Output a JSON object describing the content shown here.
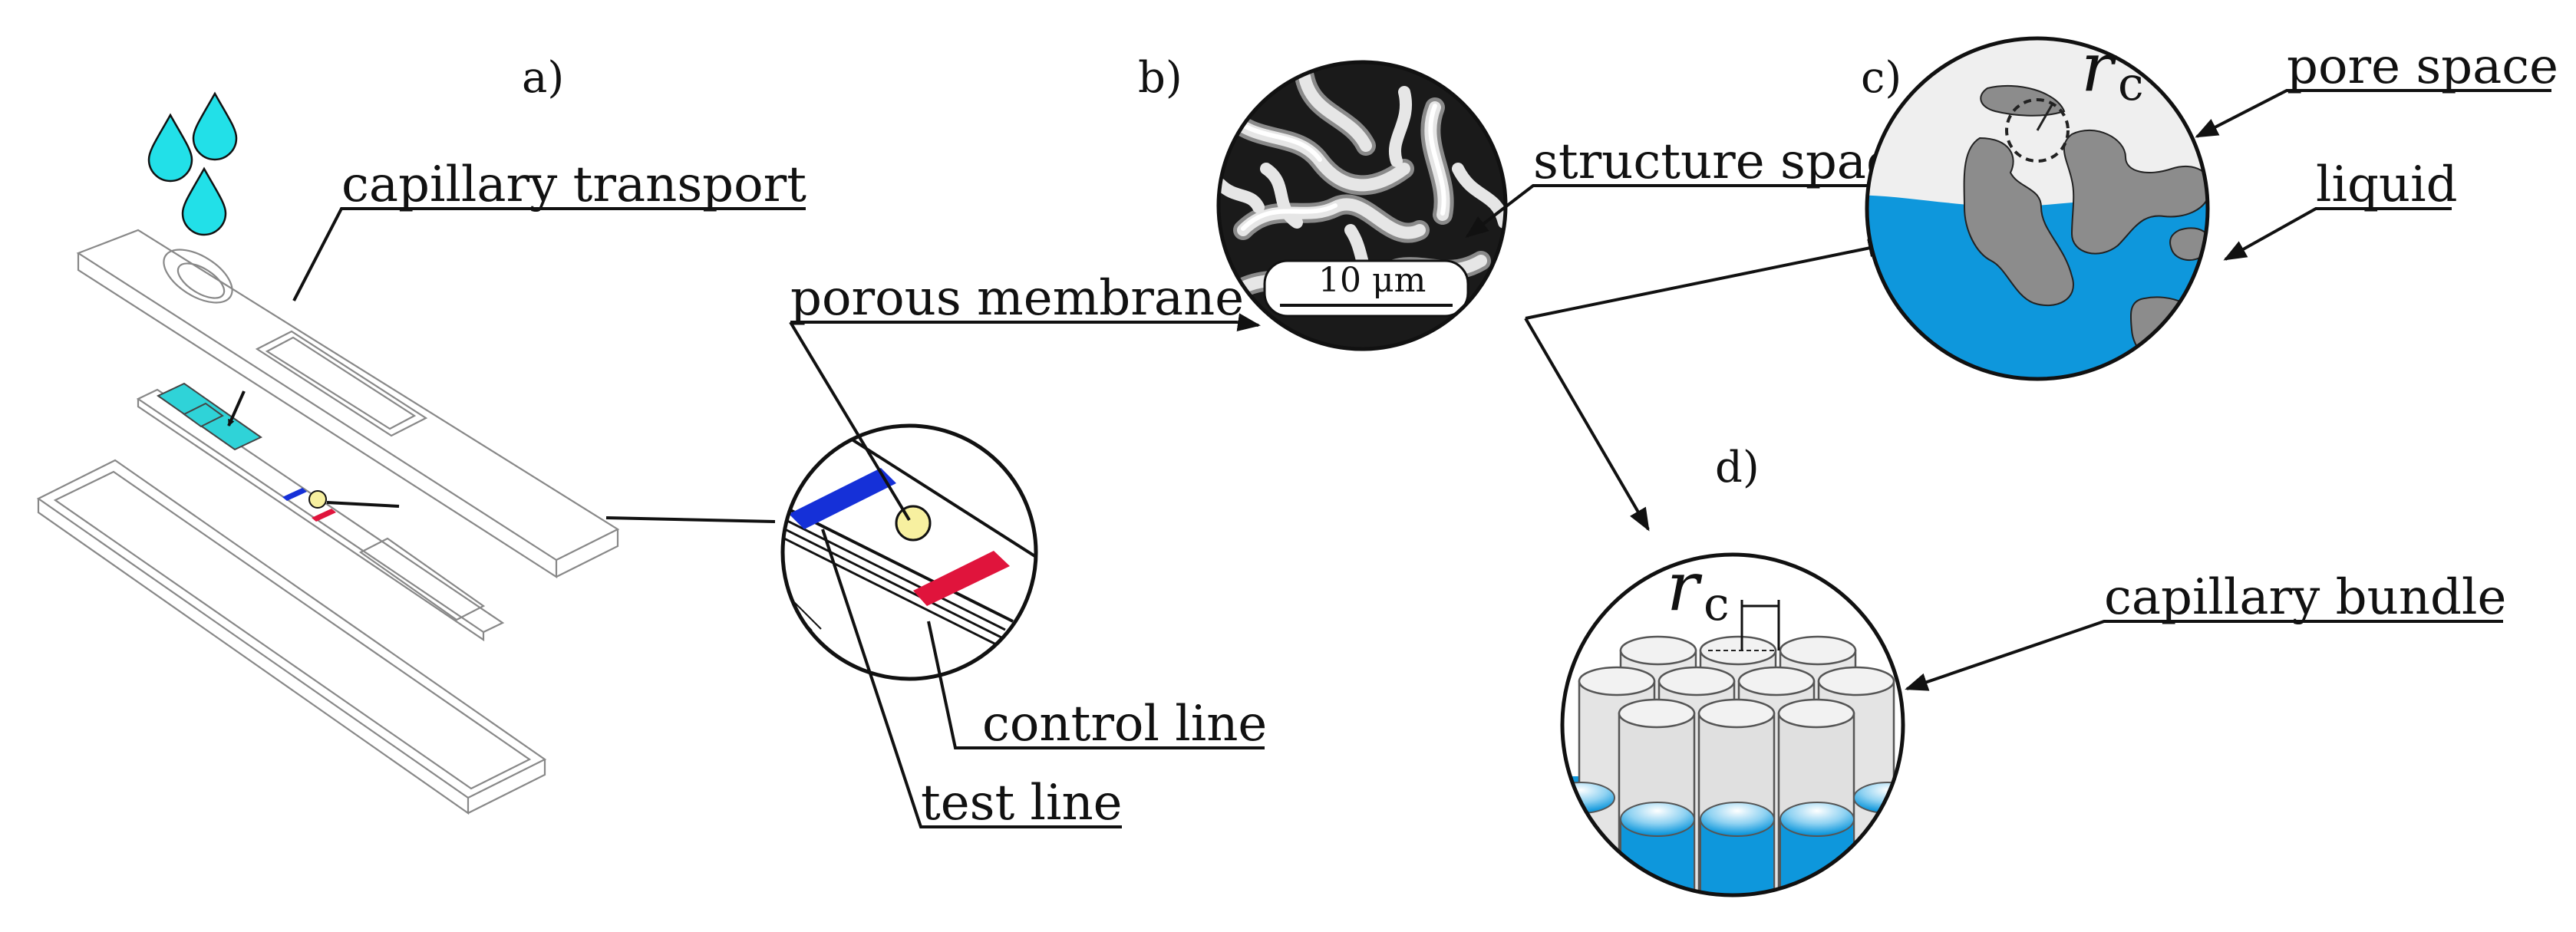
{
  "panels": {
    "a": "a)",
    "b": "b)",
    "c": "c)",
    "d": "d)"
  },
  "labels": {
    "capillary_transport": "capillary transport",
    "porous_membrane": "porous membrane",
    "control_line": "control line",
    "test_line": "test line",
    "structure_space": "structure space",
    "pore_space": "pore space",
    "liquid": "liquid",
    "capillary_bundle": "capillary bundle"
  },
  "scale_bar": "10 μm",
  "radius_symbol": {
    "main": "r",
    "sub": "c"
  },
  "colors": {
    "drop": "#22e0e8",
    "pad": "#2fd3d8",
    "control_line": "#1530d8",
    "test_line": "#e0143c",
    "liquid": "#0e97dc",
    "solid": "#8c8c8c",
    "pore_bg": "#efefef",
    "particle": "#f7f0a0"
  }
}
